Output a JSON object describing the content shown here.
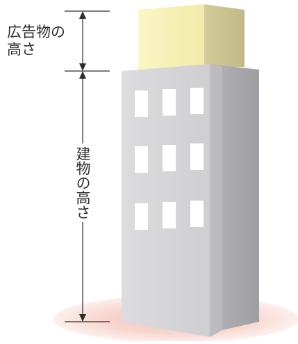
{
  "labels": {
    "ad_height_line1": "広告物の",
    "ad_height_line2": "高さ",
    "building_height": "建物の高さ"
  },
  "colors": {
    "background": "#ffffff",
    "sign_front": "#f7f2b4",
    "sign_side": "#ccc593",
    "building_front": "#d6d6d8",
    "building_side": "#ababaf",
    "window": "#ffffff",
    "ground": "#f2c9c0",
    "dimension_line": "#2d2d2d"
  },
  "building": {
    "window_rows": 3,
    "window_columns": 3
  }
}
